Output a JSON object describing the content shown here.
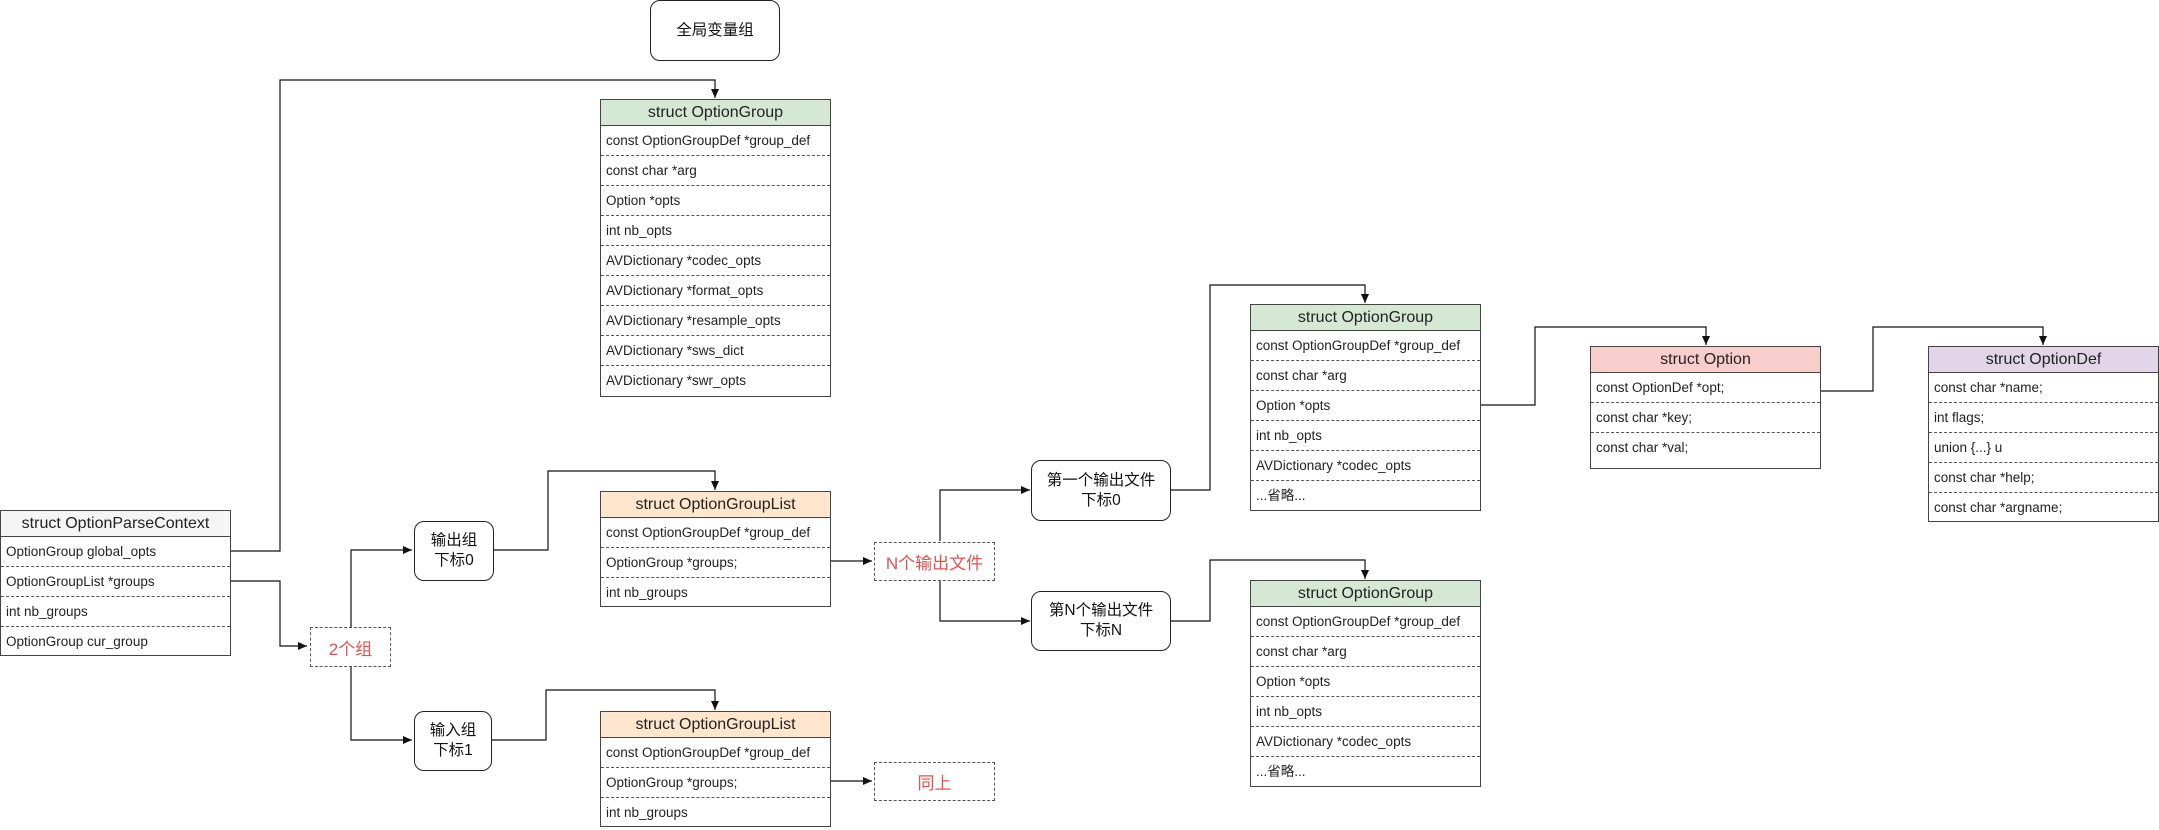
{
  "structs": {
    "global_group": {
      "title": "struct OptionGroup",
      "fields": [
        "const OptionGroupDef *group_def",
        "const char *arg",
        "Option *opts",
        "int nb_opts",
        "AVDictionary *codec_opts",
        "AVDictionary *format_opts",
        "AVDictionary *resample_opts",
        "AVDictionary *sws_dict",
        "AVDictionary *swr_opts"
      ]
    },
    "parse_context": {
      "title": "struct OptionParseContext",
      "fields": [
        "OptionGroup global_opts",
        "OptionGroupList *groups",
        "int nb_groups",
        "OptionGroup cur_group"
      ]
    },
    "output_list": {
      "title": "struct OptionGroupList",
      "fields": [
        "const OptionGroupDef *group_def",
        "OptionGroup *groups;",
        "int nb_groups"
      ]
    },
    "input_list": {
      "title": "struct OptionGroupList",
      "fields": [
        "const OptionGroupDef *group_def",
        "OptionGroup *groups;",
        "int nb_groups"
      ]
    },
    "file0_group": {
      "title": "struct OptionGroup",
      "fields": [
        "const OptionGroupDef *group_def",
        "const char *arg",
        "Option *opts",
        "int nb_opts",
        "AVDictionary *codec_opts",
        "...省略..."
      ]
    },
    "fileN_group": {
      "title": "struct OptionGroup",
      "fields": [
        "const OptionGroupDef *group_def",
        "const char *arg",
        "Option *opts",
        "int nb_opts",
        "AVDictionary *codec_opts",
        "...省略..."
      ]
    },
    "option": {
      "title": "struct Option",
      "fields": [
        "const OptionDef *opt;",
        "const char *key;",
        "const char *val;"
      ]
    },
    "option_def": {
      "title": "struct OptionDef",
      "fields": [
        "const char *name;",
        "int flags;",
        "union {...} u",
        "const char *help;",
        "const char *argname;"
      ]
    }
  },
  "boxes": {
    "global_vars": "全局变量组",
    "output_group": "输出组\n下标0",
    "input_group": "输入组\n下标1",
    "first_output": "第一个输出文件\n下标0",
    "nth_output": "第N个输出文件\n下标N"
  },
  "notes": {
    "two_groups": "2个组",
    "n_outputs": "N个输出文件",
    "same_as_above": "同上"
  },
  "colors": {
    "header_default": "#f5f5f5",
    "header_group": "#d5e8d4",
    "header_list": "#ffe6cc",
    "header_option": "#f8cecc",
    "header_optiondef": "#e1d5e7",
    "note_text": "#e05252"
  }
}
